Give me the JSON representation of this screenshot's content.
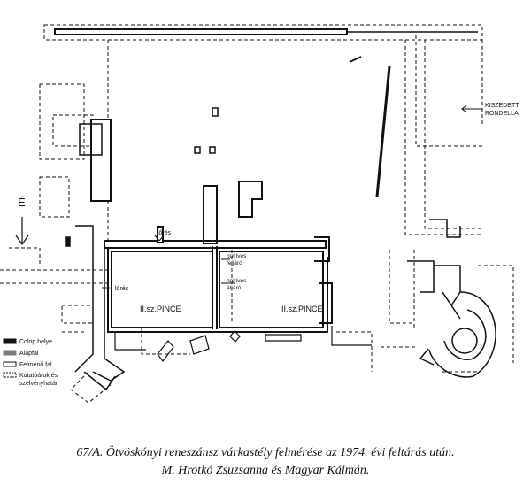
{
  "labels": {
    "north": "É",
    "kiszedett_line1": "KISZEDETT",
    "kiszedett_line2": "RONDELLA",
    "lores_top": "lőrés",
    "lores_left": "lőrés",
    "boltives_feljaro_1": "boltíves",
    "boltives_feljaro_2": "feljáró",
    "boltives_atjaro_1": "boltíves",
    "boltives_atjaro_2": "átjáró",
    "pince_left": "II.sz.PINCE",
    "pince_right": "II.sz.PINCE"
  },
  "legend": [
    {
      "label": "Colop helye"
    },
    {
      "label": "Alapfal"
    },
    {
      "label": "Felmenő fal"
    },
    {
      "label": "Kutatóárok és"
    },
    {
      "label": "szelvényhatár"
    }
  ],
  "caption": {
    "line1": "67/A. Ötvöskónyi reneszánsz várkastély felmérése az 1974. évi feltárás után.",
    "line2": "M. Hrotkó Zsuzsanna és Magyar Kálmán."
  },
  "colors": {
    "ink": "#111111",
    "paper": "#ffffff"
  }
}
